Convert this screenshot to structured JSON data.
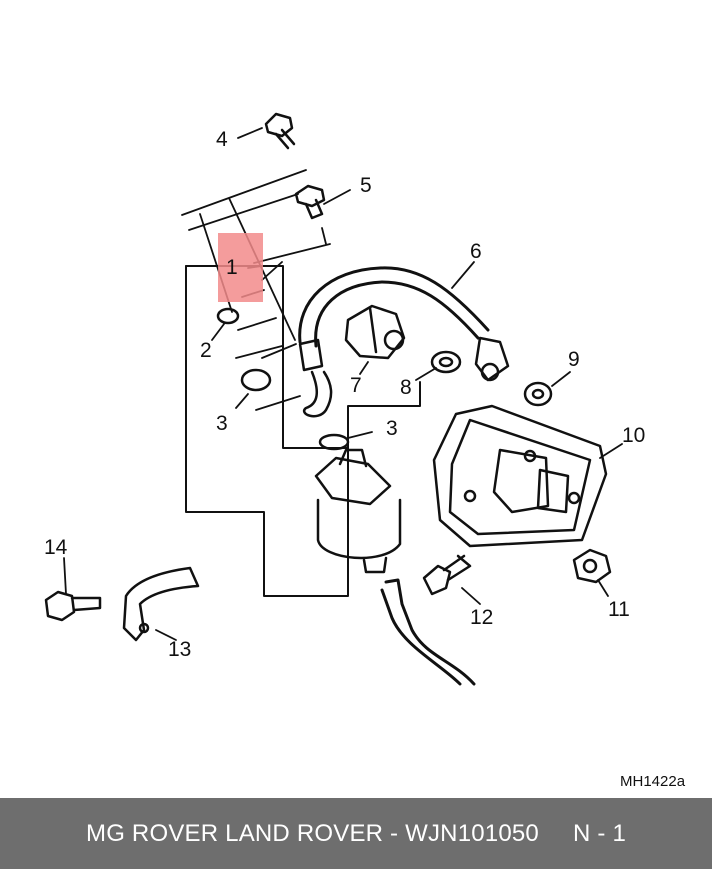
{
  "diagram": {
    "reference_code": "MH1422a",
    "highlight_color": "#f28b8b",
    "callouts": [
      {
        "id": "1",
        "label": "1",
        "part": "highlighted-part"
      },
      {
        "id": "2",
        "label": "2",
        "part": "nut"
      },
      {
        "id": "3a",
        "label": "3",
        "part": "sealing-washer"
      },
      {
        "id": "3b",
        "label": "3",
        "part": "sealing-washer"
      },
      {
        "id": "4",
        "label": "4",
        "part": "banjo-bolt"
      },
      {
        "id": "5",
        "label": "5",
        "part": "banjo-bolt"
      },
      {
        "id": "6",
        "label": "6",
        "part": "fuel-hose"
      },
      {
        "id": "7",
        "label": "7",
        "part": "union"
      },
      {
        "id": "8",
        "label": "8",
        "part": "washer"
      },
      {
        "id": "9",
        "label": "9",
        "part": "washer"
      },
      {
        "id": "10",
        "label": "10",
        "part": "mounting-bracket"
      },
      {
        "id": "11",
        "label": "11",
        "part": "grommet"
      },
      {
        "id": "12",
        "label": "12",
        "part": "bolt"
      },
      {
        "id": "13",
        "label": "13",
        "part": "clip"
      },
      {
        "id": "14",
        "label": "14",
        "part": "bolt"
      }
    ]
  },
  "footer": {
    "brand_text": "MG ROVER LAND ROVER - WJN101050",
    "page_text": "N - 1"
  }
}
